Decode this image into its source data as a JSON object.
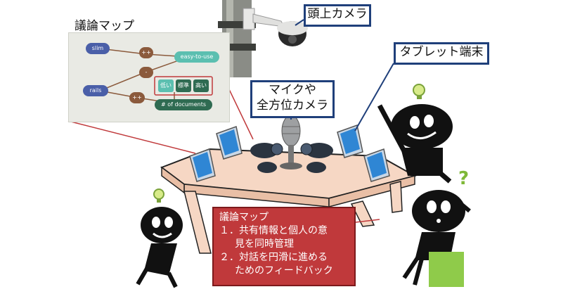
{
  "map_panel": {
    "title": "議論マップ",
    "nodes": {
      "slim": "slim",
      "rails": "rails",
      "easy": "easy-to-use",
      "plus_top": "++",
      "minus": "-",
      "plus_bottom": "++",
      "low": "低い",
      "standard": "標準",
      "high": "高い",
      "docs": "# of documents"
    }
  },
  "labels": {
    "overhead_camera": "頭上カメラ",
    "tablet_terminal": "タブレット端末",
    "mic_line1": "マイクや",
    "mic_line2": "全方位カメラ"
  },
  "feedback_box": {
    "title": "議論マップ",
    "line1": "１．共有情報と個人の意",
    "line2": "見を同時管理",
    "line3": "２．対話を円滑に進める",
    "line4": "ためのフィードバック"
  },
  "colors": {
    "callout_border": "#1f3f7a",
    "red_box": "#c0393b",
    "node_blue": "#4a5fa8",
    "node_teal": "#5bbfb0",
    "node_brown": "#8b5a3c",
    "node_darkgreen": "#2f6b52"
  }
}
